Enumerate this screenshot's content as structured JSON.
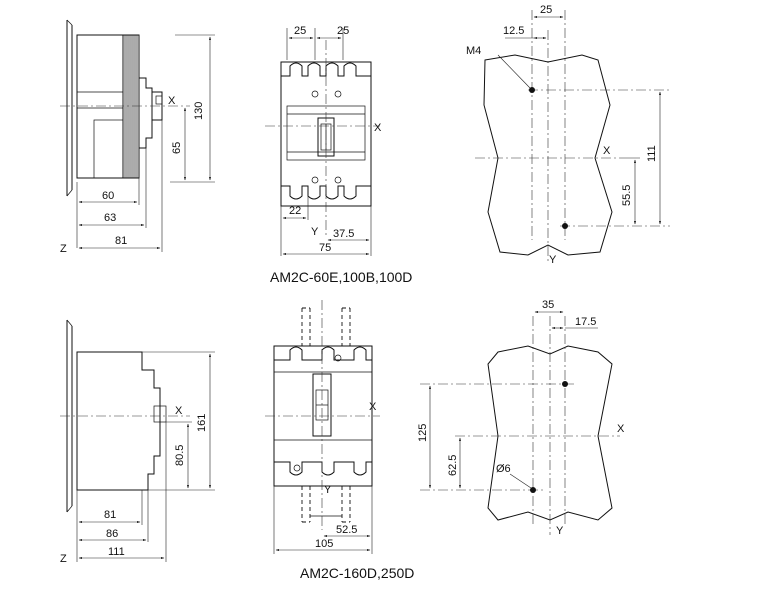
{
  "top": {
    "caption": "AM2C-60E,100B,100D",
    "side": {
      "d60": "60",
      "d63": "63",
      "d81": "81",
      "h130": "130",
      "h65": "65",
      "x": "X",
      "z": "Z"
    },
    "front": {
      "d25a": "25",
      "d25b": "25",
      "d22": "22",
      "d37": "37.5",
      "d75": "75",
      "x": "X",
      "y": "Y"
    },
    "mount": {
      "d25": "25",
      "d12": "12.5",
      "m4": "M4",
      "h111": "111",
      "h55": "55.5",
      "x": "X",
      "y": "Y"
    }
  },
  "bottom": {
    "caption": "AM2C-160D,250D",
    "side": {
      "d81": "81",
      "d86": "86",
      "d111": "111",
      "h161": "161",
      "h80": "80.5",
      "x": "X",
      "z": "Z"
    },
    "front": {
      "d52": "52.5",
      "d105": "105",
      "x": "X",
      "y": "Y"
    },
    "mount": {
      "d35": "35",
      "d17": "17.5",
      "h125": "125",
      "h62": "62.5",
      "phi6": "Ø6",
      "x": "X",
      "y": "Y"
    }
  }
}
